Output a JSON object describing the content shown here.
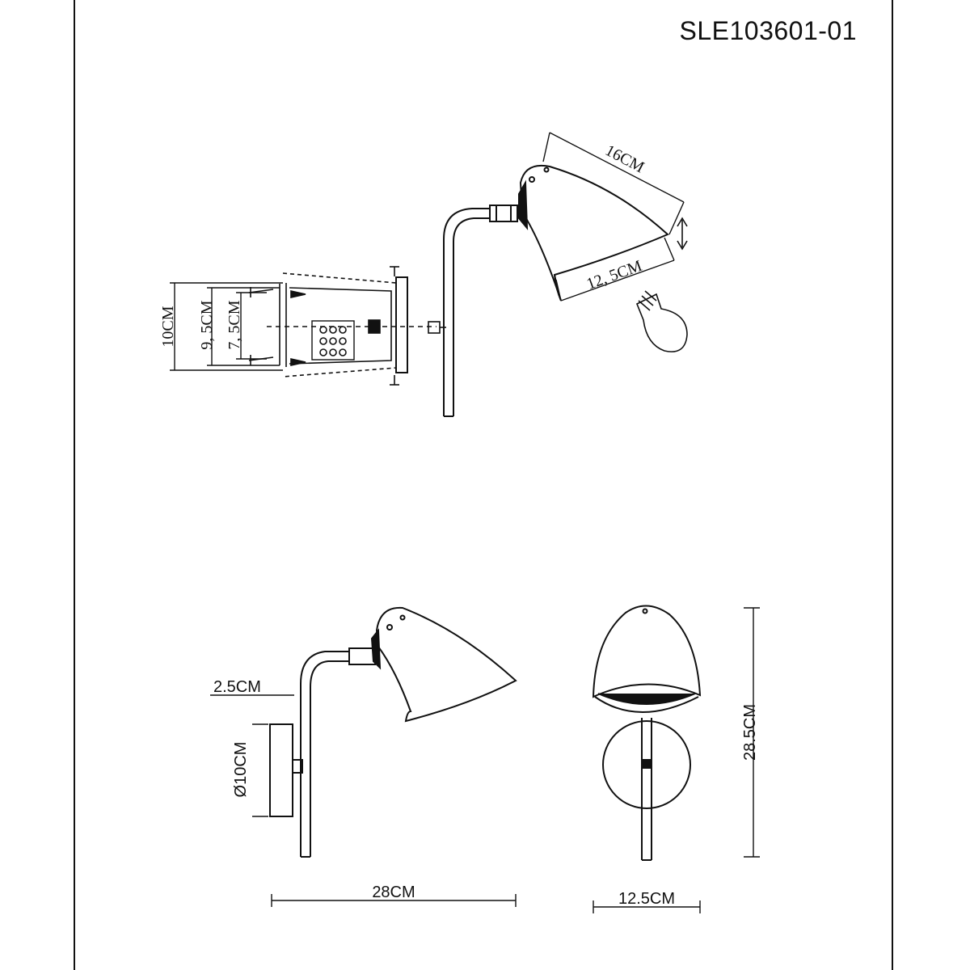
{
  "model_number": "SLE103601-01",
  "dimensions": {
    "shade_length": "16CM",
    "shade_opening": "12.5CM",
    "shade_opening_top": "12, 5CM",
    "bracket_outer": "10CM",
    "bracket_middle": "9, 5CM",
    "bracket_inner": "7, 5CM",
    "arm_diameter": "2.5CM",
    "base_diameter": "Ø10CM",
    "projection": "28CM",
    "width": "12.5CM",
    "height": "28.5CM"
  },
  "icons": {
    "bulb": "bulb-icon",
    "terminal_block": "terminal-block-icon",
    "screw": "screw-icon",
    "tilt_arrow": "tilt-arrow-icon"
  },
  "colors": {
    "line": "#111111",
    "dim": "#222222",
    "background": "#ffffff"
  }
}
